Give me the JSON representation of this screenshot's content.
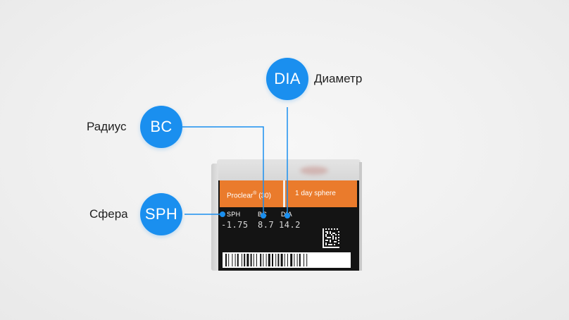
{
  "colors": {
    "accent": "#1a8fef",
    "band": "#ea7b2c",
    "box_front": "#141414"
  },
  "callouts": {
    "dia": {
      "badge": "DIA",
      "caption": "Диаметр"
    },
    "bc": {
      "badge": "BC",
      "caption": "Радиус"
    },
    "sph": {
      "badge": "SPH",
      "caption": "Сфера"
    }
  },
  "package": {
    "brand": "Proclear",
    "brand_mark": "®",
    "count": "(30)",
    "product_line": "1 day sphere",
    "param_labels": {
      "sph": "SPH",
      "bc": "BC",
      "dia": "DIA"
    },
    "param_values": {
      "sph": "-1.75",
      "bc": "8.7",
      "dia": "14.2"
    }
  }
}
